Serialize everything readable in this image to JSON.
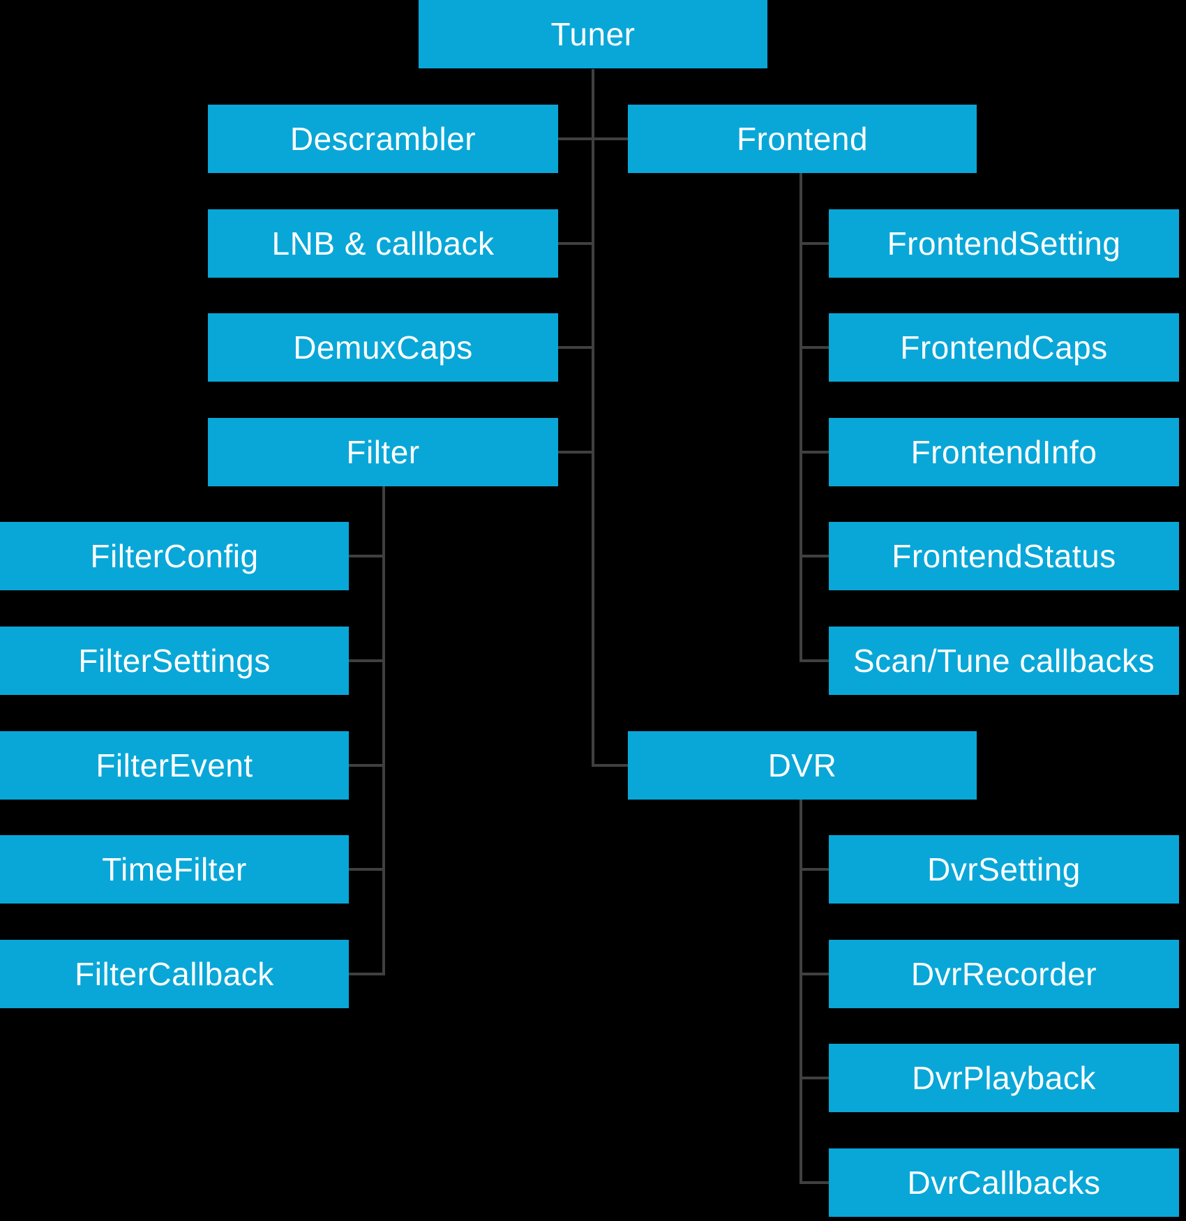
{
  "diagram": {
    "type": "tree",
    "description": "Tuner framework class hierarchy",
    "root": "Tuner",
    "nodes": [
      {
        "id": "tuner",
        "label": "Tuner",
        "parent": null
      },
      {
        "id": "descrambler",
        "label": "Descrambler",
        "parent": "tuner"
      },
      {
        "id": "frontend",
        "label": "Frontend",
        "parent": "tuner"
      },
      {
        "id": "lnb-callback",
        "label": "LNB & callback",
        "parent": "tuner"
      },
      {
        "id": "demux-caps",
        "label": "DemuxCaps",
        "parent": "tuner"
      },
      {
        "id": "filter",
        "label": "Filter",
        "parent": "tuner"
      },
      {
        "id": "frontend-setting",
        "label": "FrontendSetting",
        "parent": "frontend"
      },
      {
        "id": "frontend-caps",
        "label": "FrontendCaps",
        "parent": "frontend"
      },
      {
        "id": "frontend-info",
        "label": "FrontendInfo",
        "parent": "frontend"
      },
      {
        "id": "frontend-status",
        "label": "FrontendStatus",
        "parent": "frontend"
      },
      {
        "id": "scan-tune-callbacks",
        "label": "Scan/Tune callbacks",
        "parent": "frontend"
      },
      {
        "id": "filter-config",
        "label": "FilterConfig",
        "parent": "filter"
      },
      {
        "id": "filter-settings",
        "label": "FilterSettings",
        "parent": "filter"
      },
      {
        "id": "filter-event",
        "label": "FilterEvent",
        "parent": "filter"
      },
      {
        "id": "time-filter",
        "label": "TimeFilter",
        "parent": "filter"
      },
      {
        "id": "filter-callback",
        "label": "FilterCallback",
        "parent": "filter"
      },
      {
        "id": "dvr",
        "label": "DVR",
        "parent": "tuner"
      },
      {
        "id": "dvr-setting",
        "label": "DvrSetting",
        "parent": "dvr"
      },
      {
        "id": "dvr-recorder",
        "label": "DvrRecorder",
        "parent": "dvr"
      },
      {
        "id": "dvr-playback",
        "label": "DvrPlayback",
        "parent": "dvr"
      },
      {
        "id": "dvr-callbacks",
        "label": "DvrCallbacks",
        "parent": "dvr"
      }
    ],
    "colors": {
      "background": "#000000",
      "node_fill": "#09A7D8",
      "node_text": "#FFFFFF",
      "connector": "#404040"
    }
  }
}
